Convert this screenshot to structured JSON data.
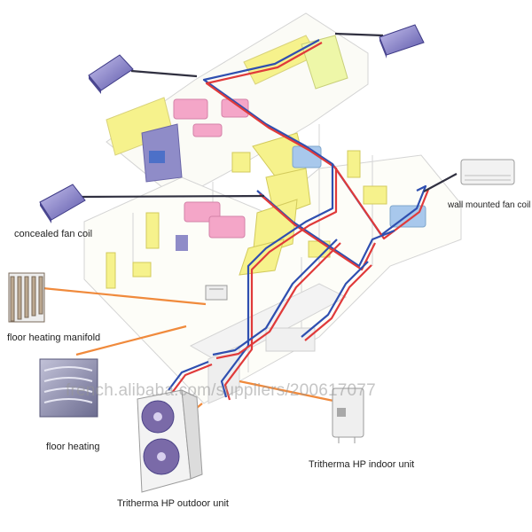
{
  "labels": {
    "concealed_fan_coil": "concealed fan coil",
    "wall_mounted_fan_coil": "wall mounted fan coil",
    "floor_heating_manifold": "floor heating manifold",
    "floor_heating": "floor heating",
    "outdoor_unit": "Tritherma HP outdoor unit",
    "indoor_unit": "Tritherma HP indoor unit"
  },
  "watermark": "french.alibaba.com/suppliers/200617077",
  "colors": {
    "pipe_hot": "#e03a3a",
    "pipe_cold": "#2f4fb0",
    "leader_orange": "#f08a3c",
    "leader_dark": "#303040",
    "furniture_yellow": "#f6f28c",
    "furniture_pink": "#f4a6c8",
    "furniture_blue": "#a8c8ec",
    "wall_line": "#d8d8d8"
  },
  "icons": {
    "concealed_unit": "ceiling-cassette-icon",
    "wall_unit": "wall-fan-coil-icon",
    "manifold": "manifold-icon",
    "floor_heating_photo": "floor-pipes-icon",
    "outdoor_unit": "outdoor-heat-pump-icon",
    "indoor_unit": "indoor-unit-icon"
  }
}
